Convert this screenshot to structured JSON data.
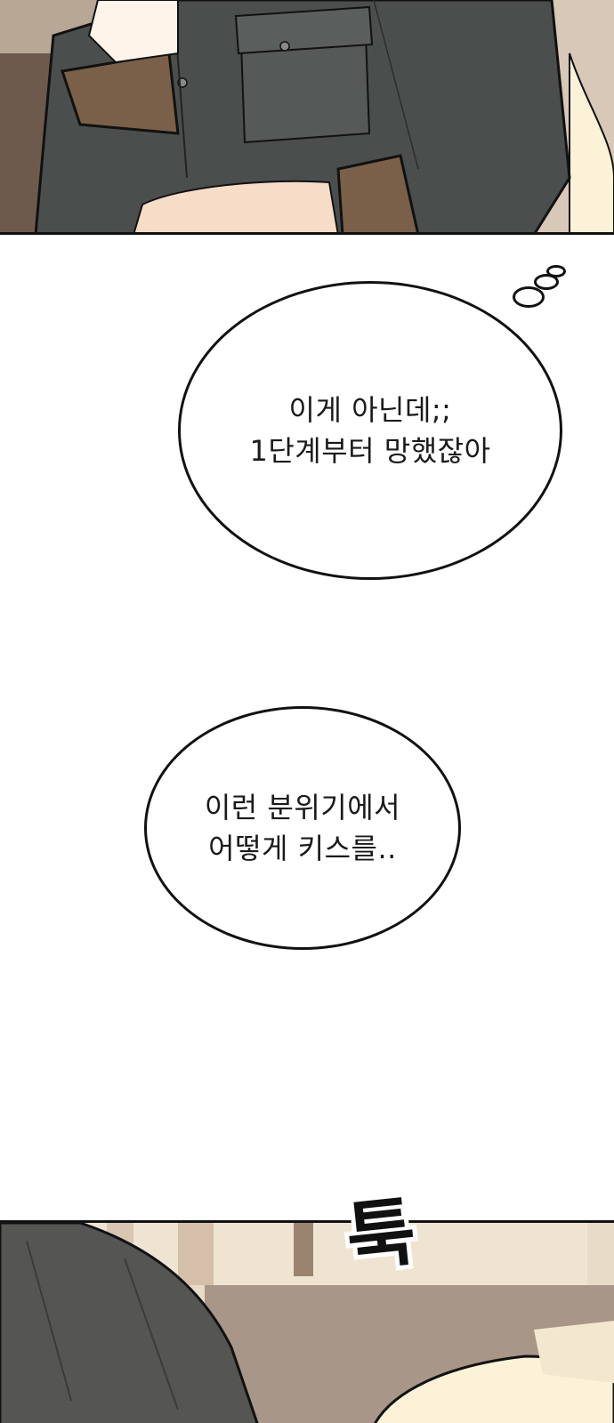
{
  "colors": {
    "background": "#ffffff",
    "ink": "#111111",
    "jacket": "#4a4f4e",
    "sleeve_cuff": "#7a6048",
    "skin": "#f7dcc8",
    "wall": "#b9a796",
    "sofa": "#6e5a4c",
    "beige_room": "#e8dcc8"
  },
  "bubbles": [
    {
      "lines": [
        "이게 아닌데;;",
        "1단계부터 망했잖아"
      ]
    },
    {
      "lines": [
        "이런 분위기에서",
        "어떻게 키스를.."
      ]
    }
  ],
  "sfx": {
    "text": "툭"
  }
}
